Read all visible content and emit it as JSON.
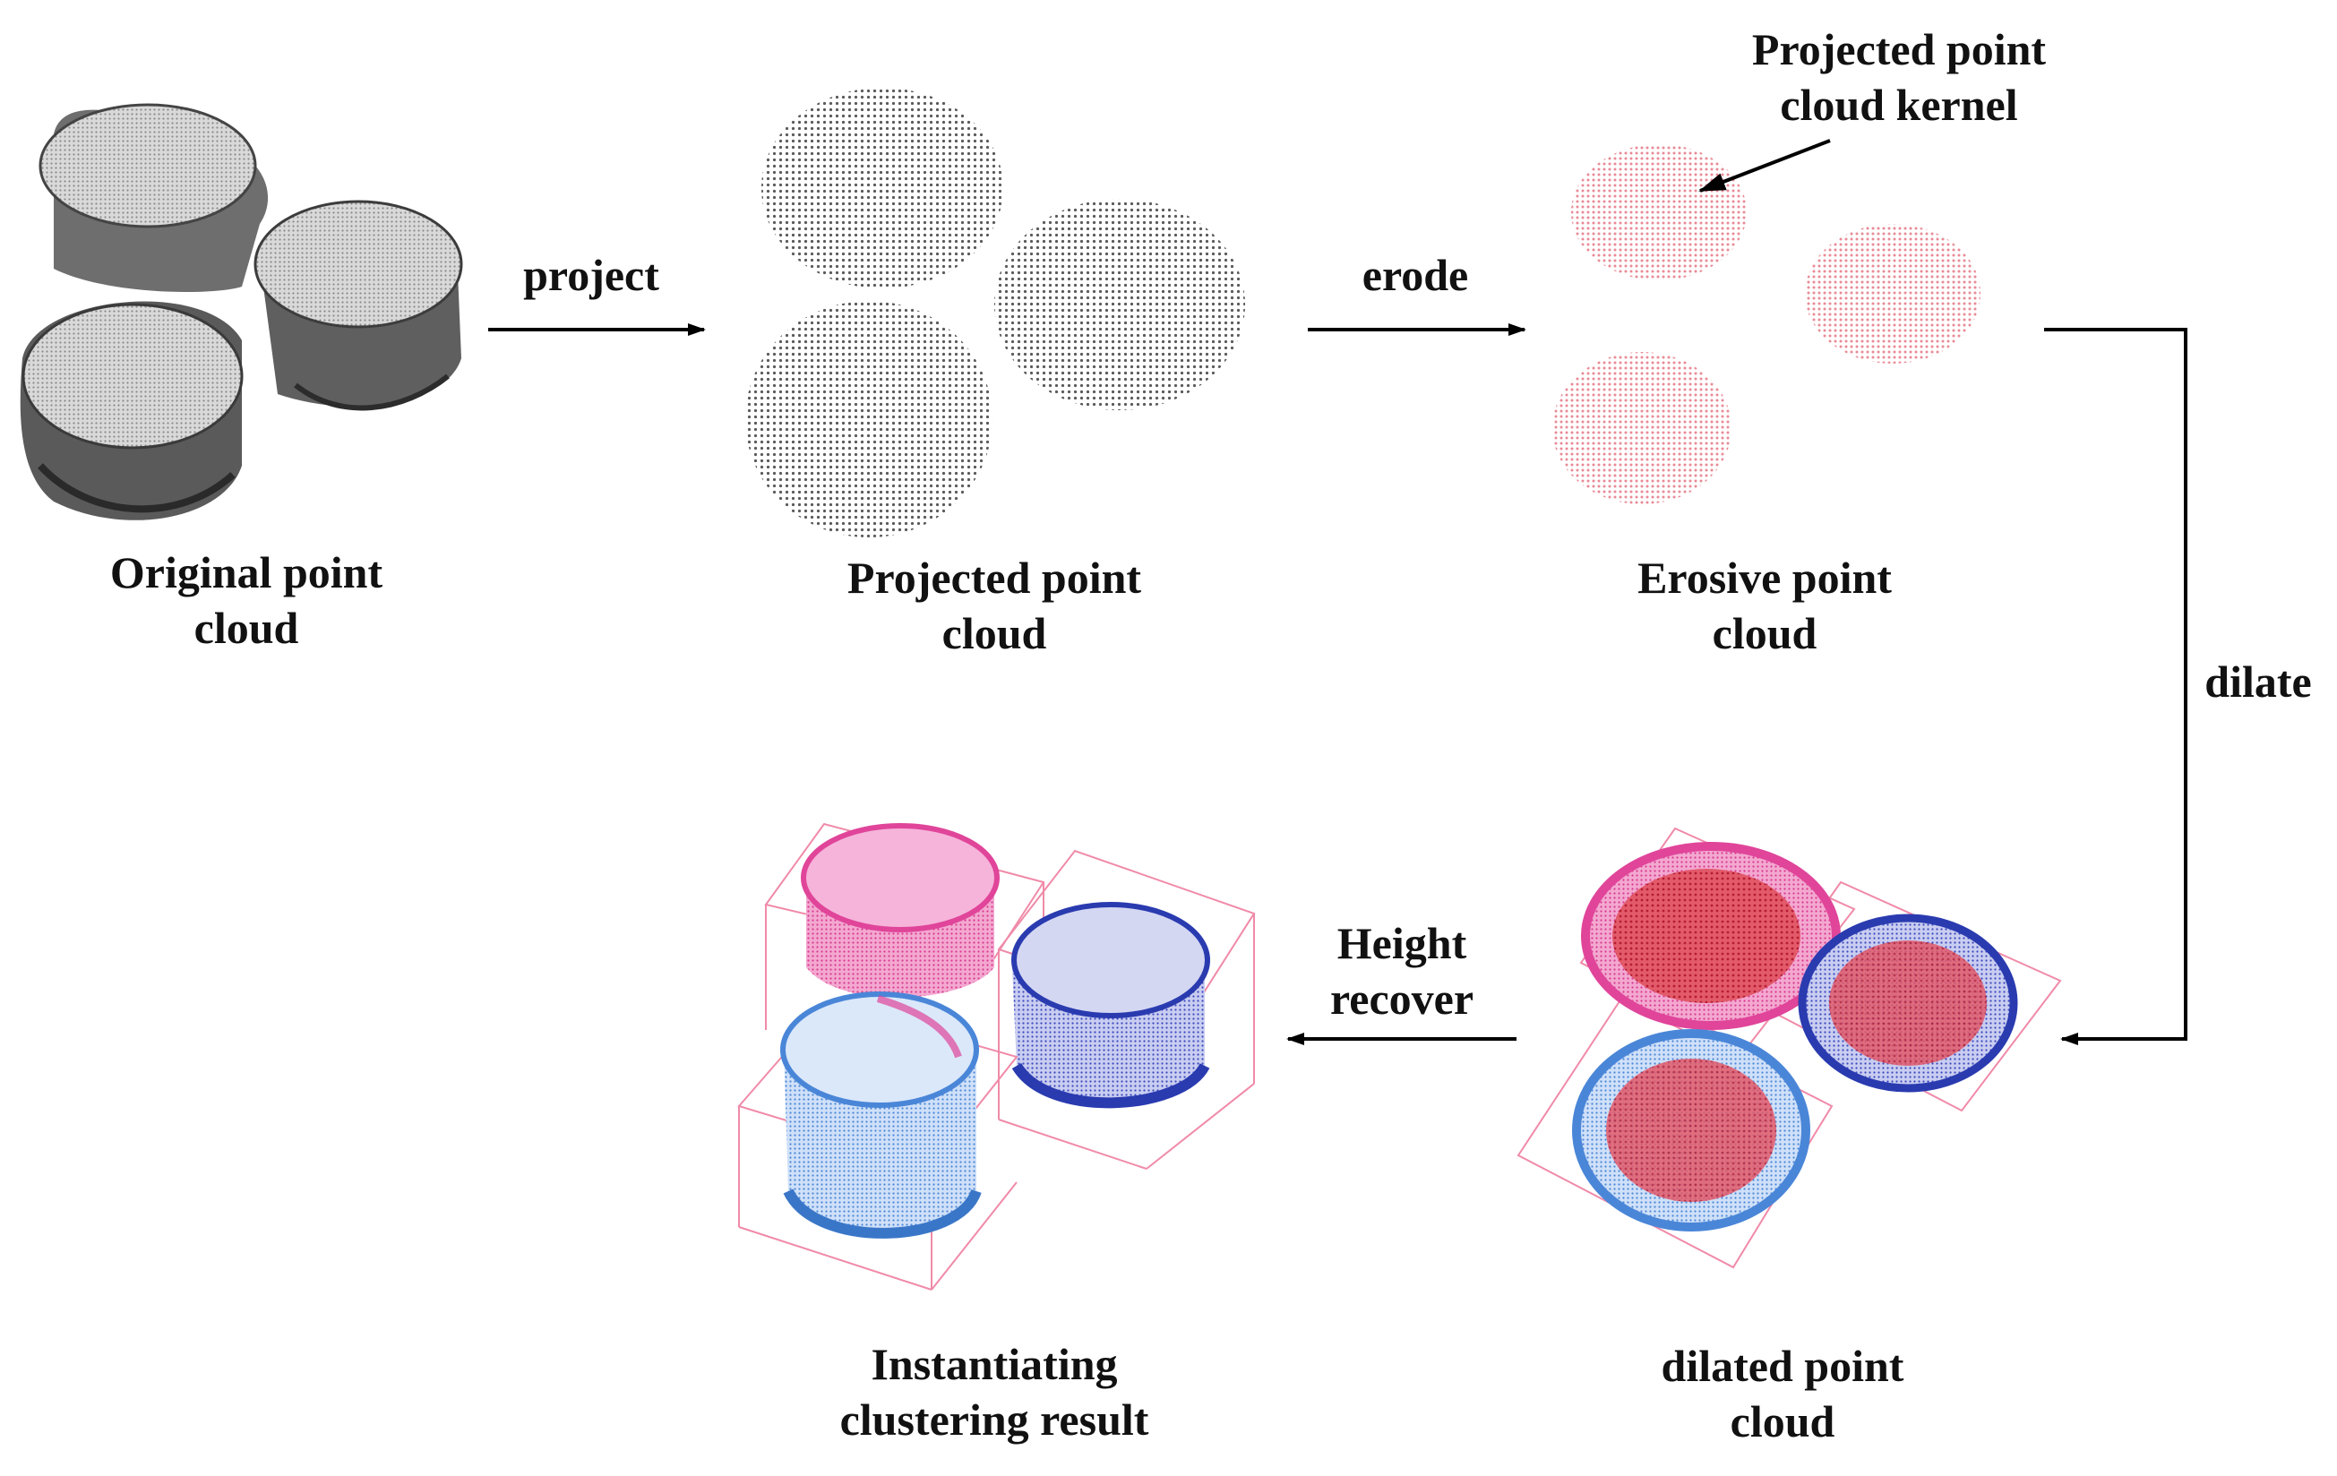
{
  "stages": {
    "original": {
      "line1": "Original point",
      "line2": "cloud"
    },
    "projected": {
      "line1": "Projected point",
      "line2": "cloud"
    },
    "erosive": {
      "line1": "Erosive point",
      "line2": "cloud"
    },
    "dilated": {
      "line1": "dilated point",
      "line2": "cloud"
    },
    "instantiating": {
      "line1": "Instantiating",
      "line2": "clustering result"
    }
  },
  "operations": {
    "project": "project",
    "erode": "erode",
    "dilate": "dilate",
    "height_recover_line1": "Height",
    "height_recover_line2": "recover"
  },
  "annotation": {
    "line1": "Projected point",
    "line2": "cloud kernel"
  },
  "colors": {
    "gray_points": "#5a5a5a",
    "kernel_pink": "#e88a95",
    "cluster_magenta": "#e0459a",
    "cluster_navy": "#2a3bb0",
    "cluster_blue": "#4a86d8",
    "bbox_pink": "#f08aa8",
    "kernel_red": "#d0283a",
    "arrow": "#000000"
  }
}
